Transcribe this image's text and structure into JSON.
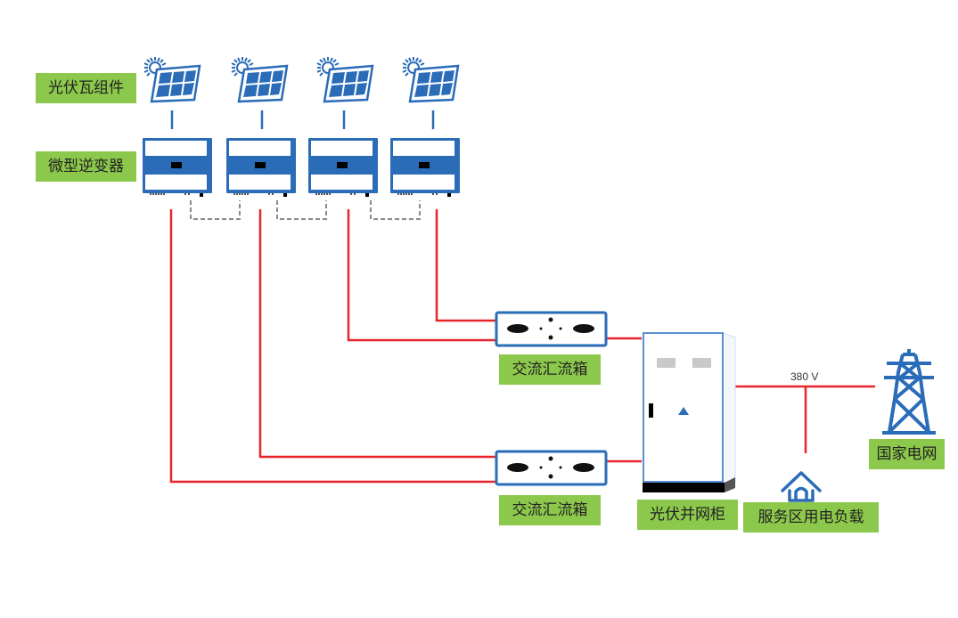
{
  "labels": {
    "pv_modules": "光伏瓦组件",
    "micro_inverters": "微型逆变器",
    "ac_combiner_1": "交流汇流箱",
    "ac_combiner_2": "交流汇流箱",
    "grid_cabinet": "光伏并网柜",
    "service_load": "服务区用电负载",
    "national_grid": "国家电网",
    "voltage": "380 V"
  },
  "colors": {
    "label_bg": "#8cc84b",
    "device_blue": "#2b6cb8",
    "ac_line": "#e8242b",
    "comm_line": "#8a8a8a"
  },
  "components": {
    "pv_panel_count": 4,
    "inverter_count": 4,
    "combiner_count": 2
  }
}
